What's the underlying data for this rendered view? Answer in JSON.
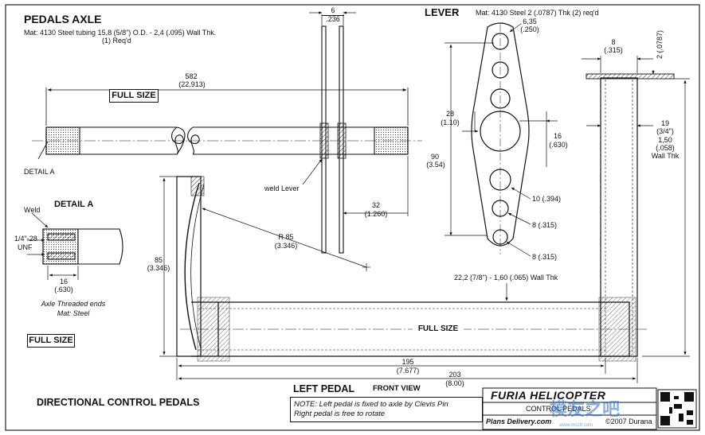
{
  "pedals_axle": {
    "title": "PEDALS AXLE",
    "spec_line1": "Mat: 4130 Steel tubing 15,8 (5/8\") O.D. - 2,4 (.095) Wall Thk.",
    "spec_line2": "(1) Req'd",
    "length_mm": "582",
    "length_in": "(22.913)",
    "full_size": "FULL SIZE",
    "detail_ref": "DETAIL A"
  },
  "lever_gap": {
    "mm": "6",
    "in": ".236"
  },
  "lever": {
    "title": "LEVER",
    "spec": "Mat: 4130 Steel 2 (.0787) Thk (2) req'd",
    "hole_top_mm": "6,35",
    "hole_top_in": "(.250)",
    "hole_center_mm": "28",
    "hole_center_in": "(1.10)",
    "offset_mm": "16",
    "offset_in": "(.630)",
    "height_mm": "90",
    "height_in": "(3.54)",
    "hole_10": "10 (.394)",
    "hole_8a": "8 (.315)",
    "hole_8b": "8 (.315)"
  },
  "weld_lever": "weld Lever",
  "lever_offset": {
    "mm": "32",
    "in": "(1.260)"
  },
  "radius": {
    "mm": "R 85",
    "in": "(3.346)"
  },
  "detail_a": {
    "title": "DETAIL A",
    "weld": "Weld",
    "thread_line1": "1/4\"-28",
    "thread_line2": "UNF",
    "len_mm": "16",
    "len_in": "(.630)",
    "caption1": "Axle Threaded ends",
    "caption2": "Mat: Steel",
    "full_size": "FULL SIZE"
  },
  "pedal": {
    "height_mm": "85",
    "height_in": "(3.346)",
    "tube_spec": "22,2 (7/8\") - 1,60 (.065) Wall Thk",
    "full_size": "FULL SIZE",
    "width_mm": "195",
    "width_in": "(7.677)",
    "overall_mm": "203",
    "overall_in": "(8.00)",
    "top_cap_mm": "8",
    "top_cap_in": "(.315)",
    "plate_thk": "2 (.0787)",
    "tube_od_mm": "19",
    "tube_od_in": "(3/4\")",
    "tube_wall_mm": "1,50",
    "tube_wall_in": "(.058)",
    "tube_wall_label": "Wall Thk"
  },
  "footer": {
    "drawing_title": "DIRECTIONAL CONTROL PEDALS",
    "view_title": "LEFT PEDAL",
    "view_sub": "FRONT VIEW",
    "note_line1": "NOTE: Left pedal is fixed to axle by Clevis Pin",
    "note_line2": "Right pedal is free to rotate",
    "brand": "FURIA HELICOPTER",
    "sheet_title": "CONTROL PEDALS",
    "plans": "Plans Delivery.com",
    "copyright": "©2007 Durana",
    "watermark": "模友之吧",
    "watermark_url": "www.moz8.com"
  }
}
